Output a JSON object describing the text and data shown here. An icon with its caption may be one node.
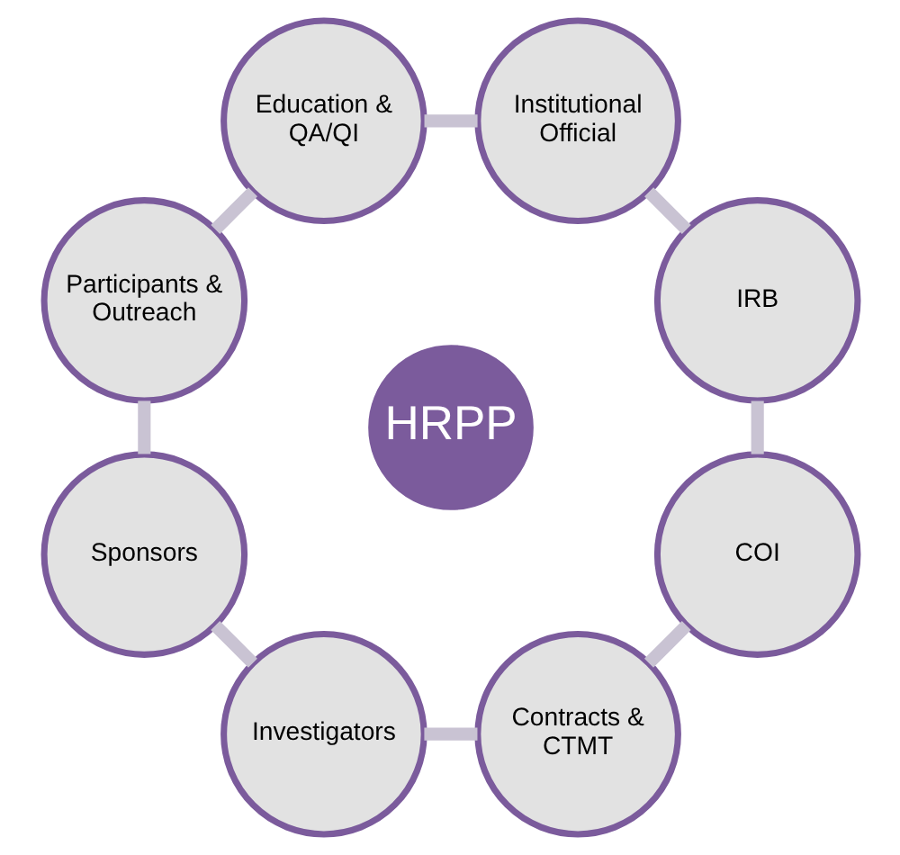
{
  "diagram": {
    "nodes": [
      {
        "text": [
          "HRPP"
        ]
      },
      {
        "text": [
          "IRB"
        ]
      },
      {
        "text": [
          "Institutional Official"
        ]
      },
      {
        "text": [
          "Education & QA/QI"
        ]
      },
      {
        "text": [
          "Participants & Outreach"
        ]
      },
      {
        "text": [
          "Sponsors"
        ]
      },
      {
        "text": [
          "Investigators"
        ]
      },
      {
        "text": [
          "Contracts & CTMT"
        ]
      },
      {
        "text": [
          "COI"
        ]
      }
    ],
    "edges": [
      {
        "from": 1,
        "to": 2,
        "arrow": "none"
      },
      {
        "from": 2,
        "to": 3,
        "arrow": "none"
      },
      {
        "from": 3,
        "to": 4,
        "arrow": "none"
      },
      {
        "from": 4,
        "to": 5,
        "arrow": "none"
      },
      {
        "from": 5,
        "to": 6,
        "arrow": "none"
      },
      {
        "from": 6,
        "to": 7,
        "arrow": "none"
      },
      {
        "from": 7,
        "to": 8,
        "arrow": "none"
      },
      {
        "from": 8,
        "to": 1,
        "arrow": "none"
      }
    ]
  }
}
